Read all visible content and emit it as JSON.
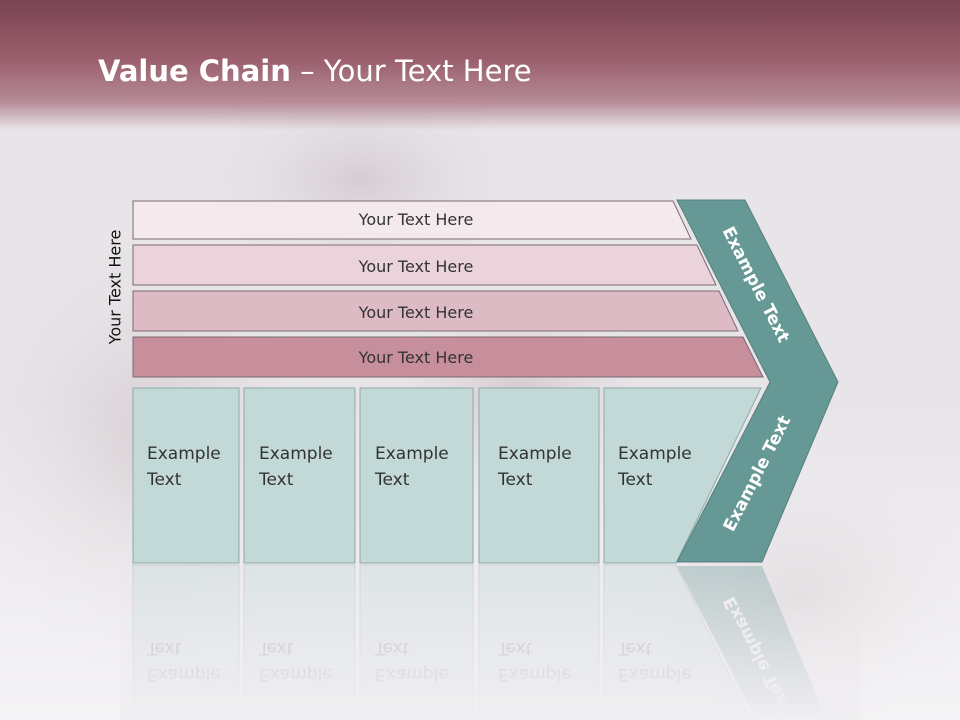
{
  "slide": {
    "title_bold": "Value Chain",
    "title_rest": " – Your Text Here",
    "side_label": "Your Text Here"
  },
  "support_rows": [
    {
      "label": "Your Text Here",
      "fill": "#f4eaee"
    },
    {
      "label": "Your Text Here",
      "fill": "#ead3da"
    },
    {
      "label": "Your Text Here",
      "fill": "#ddbbc4"
    },
    {
      "label": "Your Text Here",
      "fill": "#c78e9c"
    }
  ],
  "primary_boxes": [
    {
      "line1": "Example",
      "line2": "Text"
    },
    {
      "line1": "Example",
      "line2": "Text"
    },
    {
      "line1": "Example",
      "line2": "Text"
    },
    {
      "line1": "Example",
      "line2": "Text"
    },
    {
      "line1": "Example",
      "line2": "Text"
    }
  ],
  "arrow": {
    "top_label": "Example Text",
    "bottom_label": "Example Text"
  },
  "colors": {
    "header": "#8e5262",
    "arrow_fill": "#669896",
    "box_fill": "#c2d9d8",
    "box_stroke": "#8fa9a8",
    "row_stroke": "#7a6a70"
  }
}
